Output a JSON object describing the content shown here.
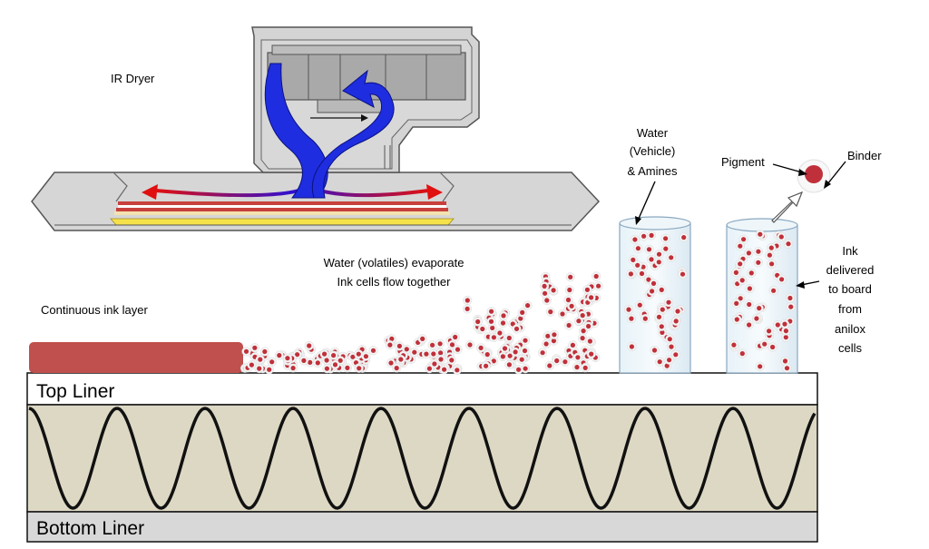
{
  "labels": {
    "ir_dryer": "IR Dryer",
    "continuous_ink": "Continuous ink layer",
    "evaporate_line1": "Water (volatiles) evaporate",
    "evaporate_line2": "Ink cells flow together",
    "water_line1": "Water",
    "water_line2": "(Vehicle)",
    "water_line3": "& Amines",
    "pigment": "Pigment",
    "binder": "Binder",
    "ink_line1": "Ink",
    "ink_line2": "delivered",
    "ink_line3": "to board",
    "ink_line4": "from",
    "ink_line5": "anilox",
    "ink_line6": "cells",
    "top_liner": "Top Liner",
    "bottom_liner": "Bottom Liner"
  },
  "colors": {
    "ink_red": "#c0504d",
    "dot_red": "#c0303a",
    "air_blue": "#1f2de0",
    "hot_red": "#e01010",
    "flute_fill": "#ddd8c4",
    "bottom_liner_fill": "#d8d8d8",
    "dryer_gray": "#d4d4d4"
  }
}
